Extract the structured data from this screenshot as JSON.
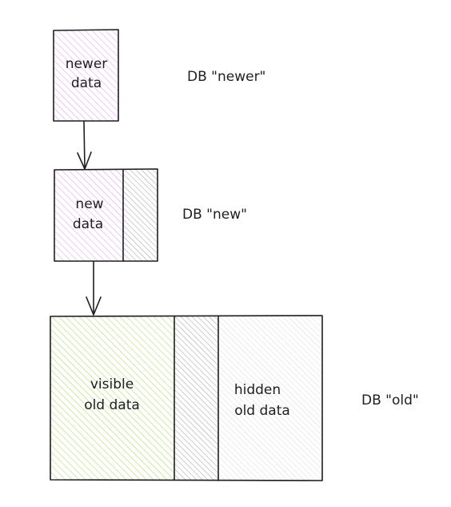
{
  "colors": {
    "purple": "#be4bdb",
    "green": "#82c91e",
    "gray": "#6b6b6b",
    "lightgray": "#c7c7cc",
    "ink": "#1e1e1e"
  },
  "blocks": {
    "newer": {
      "line1": "newer",
      "line2": "data"
    },
    "new": {
      "line1": "new",
      "line2": "data"
    },
    "visible_old": {
      "line1": "visible",
      "line2": "old data"
    },
    "hidden_old": {
      "line1": "hidden",
      "line2": "old data"
    }
  },
  "labels": {
    "db_newer": "DB \"newer\"",
    "db_new": "DB \"new\"",
    "db_old": "DB \"old\""
  }
}
